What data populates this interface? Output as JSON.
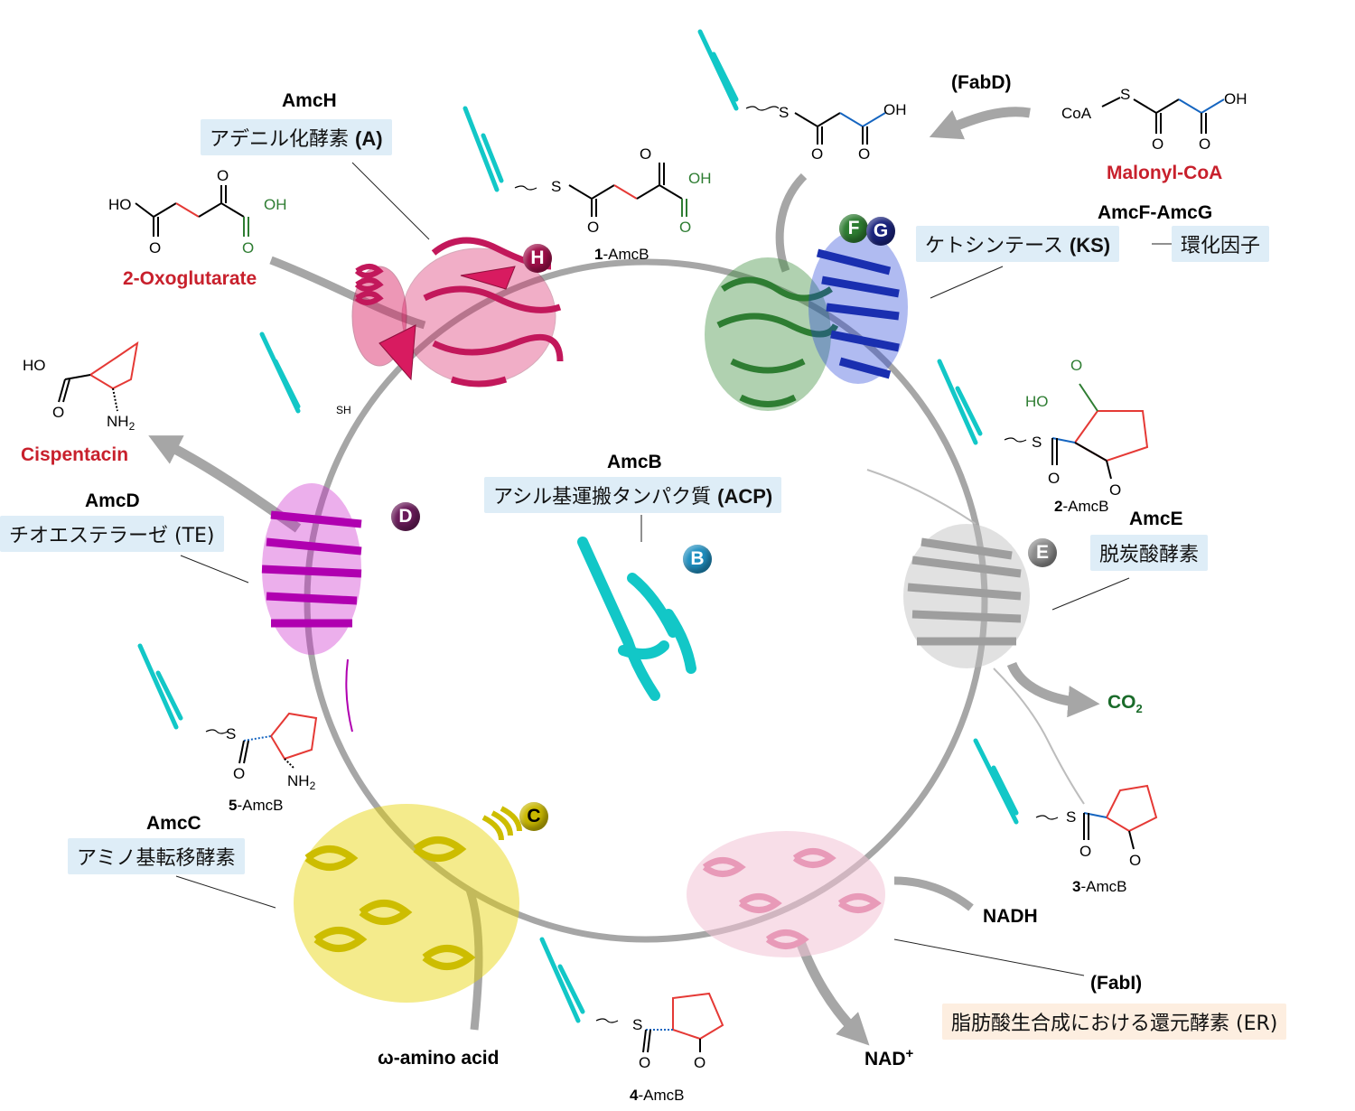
{
  "colors": {
    "arrow": "#a6a6a6",
    "label_box": "#deedf7",
    "label_box_er": "#fdeee0",
    "red_label": "#c8202c",
    "green_label": "#1a6b2a"
  },
  "enzymes": {
    "amch": {
      "name": "AmcH",
      "desc": "アデニル化酵素 ",
      "abbr": "(A)",
      "badge": "H",
      "color": "#c2185b"
    },
    "amcfg": {
      "name": "AmcF-AmcG",
      "desc": "ケトシンテース ",
      "abbr": "(KS)",
      "partner": "環化因子",
      "badge_f": "F",
      "badge_g": "G",
      "color_f": "#2e7d32",
      "color_g": "#1a2fb0"
    },
    "amce": {
      "name": "AmcE",
      "desc": "脱炭酸酵素",
      "badge": "E",
      "color": "#8c8c8c"
    },
    "fabi": {
      "name": "(FabI)",
      "desc": "脂肪酸生合成における還元酵素 (ER)",
      "color": "#f1b8cc"
    },
    "amcc": {
      "name": "AmcC",
      "desc": "アミノ基転移酵素",
      "badge": "C",
      "color": "#d6c400"
    },
    "amcd": {
      "name": "AmcD",
      "desc": "チオエステラーゼ (TE)",
      "badge": "D",
      "color": "#7b1f6b"
    },
    "amcb": {
      "name": "AmcB",
      "desc": "アシル基運搬タンパク質 ",
      "abbr": "(ACP)",
      "badge": "B",
      "color": "#1f8fc0"
    },
    "fabd": {
      "name": "(FabD)"
    }
  },
  "substrates": {
    "malonyl_coa": "Malonyl-CoA",
    "oxoglutarate": "2-Oxoglutarate",
    "cispentacin": "Cispentacin",
    "co2": "CO",
    "co2_sub": "2",
    "nadh": "NADH",
    "nad": "NAD",
    "nad_sup": "+",
    "omega": "ω-amino acid"
  },
  "intermediates": {
    "i1": {
      "num": "1",
      "suffix": "-AmcB"
    },
    "i2": {
      "num": "2",
      "suffix": "-AmcB"
    },
    "i3": {
      "num": "3",
      "suffix": "-AmcB"
    },
    "i4": {
      "num": "4",
      "suffix": "-AmcB"
    },
    "i5": {
      "num": "5",
      "suffix": "-AmcB"
    }
  },
  "atoms": {
    "o": "O",
    "oh": "OH",
    "ho": "HO",
    "s": "S",
    "sh": "SH",
    "coa": "CoA",
    "nh": "NH",
    "nh_sub": "2"
  }
}
